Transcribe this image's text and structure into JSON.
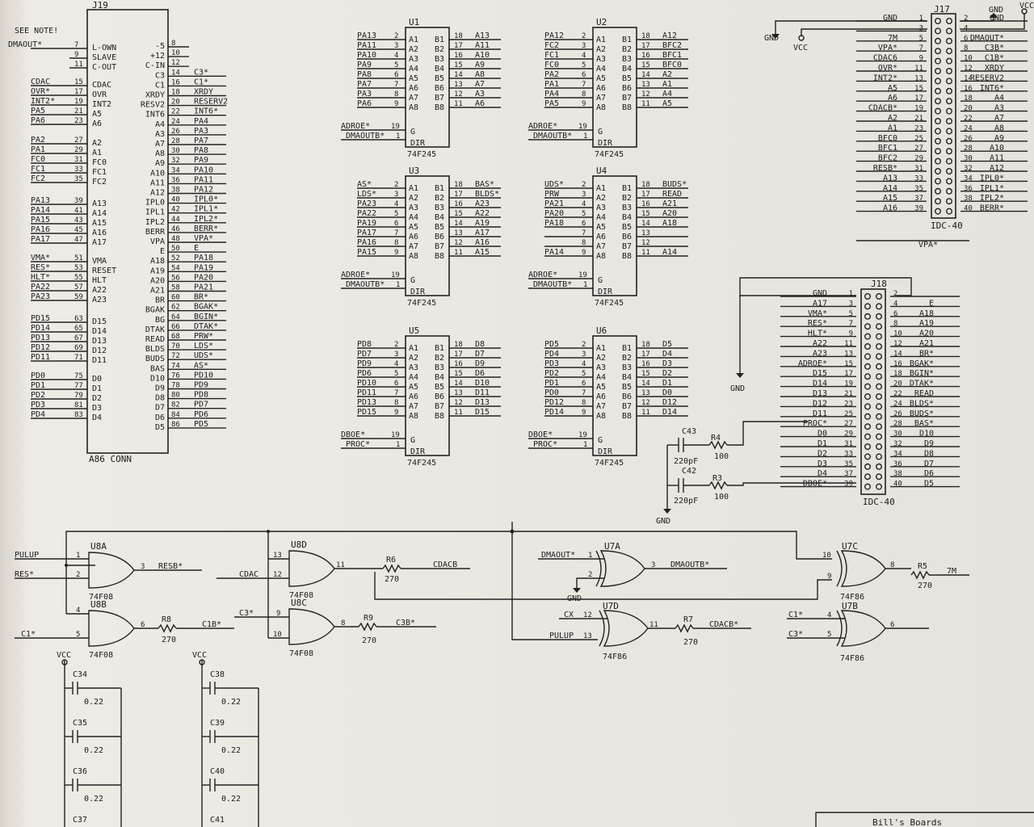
{
  "sheet": {
    "title_block": "Bill's Boards",
    "see_note": "SEE NOTE!"
  },
  "j19": {
    "ref": "J19",
    "name": "A86 CONN",
    "left": [
      [
        "DMAOUT*",
        "7",
        "L-OWN"
      ],
      [
        "",
        "9",
        "SLAVE"
      ],
      [
        "",
        "11",
        "C-OUT"
      ],
      [
        "CDAC",
        "15",
        "CDAC"
      ],
      [
        "OVR*",
        "17",
        "OVR"
      ],
      [
        "INT2*",
        "19",
        "INT2"
      ],
      [
        "PA5",
        "21",
        "A5"
      ],
      [
        "PA6",
        "23",
        "A6"
      ],
      [
        "PA2",
        "27",
        "A2"
      ],
      [
        "PA1",
        "29",
        "A1"
      ],
      [
        "FC0",
        "31",
        "FC0"
      ],
      [
        "FC1",
        "33",
        "FC1"
      ],
      [
        "FC2",
        "35",
        "FC2"
      ],
      [
        "PA13",
        "39",
        "A13"
      ],
      [
        "PA14",
        "41",
        "A14"
      ],
      [
        "PA15",
        "43",
        "A15"
      ],
      [
        "PA16",
        "45",
        "A16"
      ],
      [
        "PA17",
        "47",
        "A17"
      ],
      [
        "VMA*",
        "51",
        "VMA"
      ],
      [
        "RES*",
        "53",
        "RESET"
      ],
      [
        "HLT*",
        "55",
        "HLT"
      ],
      [
        "PA22",
        "57",
        "A22"
      ],
      [
        "PA23",
        "59",
        "A23"
      ],
      [
        "PD15",
        "63",
        "D15"
      ],
      [
        "PD14",
        "65",
        "D14"
      ],
      [
        "PD13",
        "67",
        "D13"
      ],
      [
        "PD12",
        "69",
        "D12"
      ],
      [
        "PD11",
        "71",
        "D11"
      ],
      [
        "PD0",
        "75",
        "D0"
      ],
      [
        "PD1",
        "77",
        "D1"
      ],
      [
        "PD2",
        "79",
        "D2"
      ],
      [
        "PD3",
        "81",
        "D3"
      ],
      [
        "PD4",
        "83",
        "D4"
      ]
    ],
    "right": [
      [
        "-5",
        "8",
        ""
      ],
      [
        "+12",
        "10",
        ""
      ],
      [
        "C-IN",
        "12",
        ""
      ],
      [
        "C3",
        "14",
        "C3*"
      ],
      [
        "C1",
        "16",
        "C1*"
      ],
      [
        "XRDY",
        "18",
        "XRDY"
      ],
      [
        "RESV2",
        "20",
        "RESERV2"
      ],
      [
        "INT6",
        "22",
        "INT6*"
      ],
      [
        "A4",
        "24",
        "PA4"
      ],
      [
        "A3",
        "26",
        "PA3"
      ],
      [
        "A7",
        "28",
        "PA7"
      ],
      [
        "A8",
        "30",
        "PA8"
      ],
      [
        "A9",
        "32",
        "PA9"
      ],
      [
        "A10",
        "34",
        "PA10"
      ],
      [
        "A11",
        "36",
        "PA11"
      ],
      [
        "A12",
        "38",
        "PA12"
      ],
      [
        "IPL0",
        "40",
        "IPL0*"
      ],
      [
        "IPL1",
        "42",
        "IPL1*"
      ],
      [
        "IPL2",
        "44",
        "IPL2*"
      ],
      [
        "BERR",
        "46",
        "BERR*"
      ],
      [
        "VPA",
        "48",
        "VPA*"
      ],
      [
        "E",
        "50",
        "E"
      ],
      [
        "A18",
        "52",
        "PA18"
      ],
      [
        "A19",
        "54",
        "PA19"
      ],
      [
        "A20",
        "56",
        "PA20"
      ],
      [
        "A21",
        "58",
        "PA21"
      ],
      [
        "BR",
        "60",
        "BR*"
      ],
      [
        "BGAK",
        "62",
        "BGAK*"
      ],
      [
        "BG",
        "64",
        "BGIN*"
      ],
      [
        "DTAK",
        "66",
        "DTAK*"
      ],
      [
        "READ",
        "68",
        "PRW*"
      ],
      [
        "BLDS",
        "70",
        "LDS*"
      ],
      [
        "BUDS",
        "72",
        "UDS*"
      ],
      [
        "BAS",
        "74",
        "AS*"
      ],
      [
        "D10",
        "76",
        "PD10"
      ],
      [
        "D9",
        "78",
        "PD9"
      ],
      [
        "D8",
        "80",
        "PD8"
      ],
      [
        "D7",
        "82",
        "PD7"
      ],
      [
        "D6",
        "84",
        "PD6"
      ],
      [
        "D5",
        "86",
        "PD5"
      ]
    ]
  },
  "buffers": [
    {
      "ref": "U1",
      "part": "74F245",
      "a": [
        [
          "PA13",
          "2"
        ],
        [
          "PA11",
          "3"
        ],
        [
          "PA10",
          "4"
        ],
        [
          "PA9",
          "5"
        ],
        [
          "PA8",
          "6"
        ],
        [
          "PA7",
          "7"
        ],
        [
          "PA3",
          "8"
        ],
        [
          "PA6",
          "9"
        ]
      ],
      "b": [
        [
          "18",
          "A13"
        ],
        [
          "17",
          "A11"
        ],
        [
          "16",
          "A10"
        ],
        [
          "15",
          "A9"
        ],
        [
          "14",
          "A8"
        ],
        [
          "13",
          "A7"
        ],
        [
          "12",
          "A3"
        ],
        [
          "11",
          "A6"
        ]
      ],
      "g": [
        "ADROE*",
        "19"
      ],
      "dir": [
        "DMAOUTB*",
        "1"
      ]
    },
    {
      "ref": "U2",
      "part": "74F245",
      "a": [
        [
          "PA12",
          "2"
        ],
        [
          "FC2",
          "3"
        ],
        [
          "FC1",
          "4"
        ],
        [
          "FC0",
          "5"
        ],
        [
          "PA2",
          "6"
        ],
        [
          "PA1",
          "7"
        ],
        [
          "PA4",
          "8"
        ],
        [
          "PA5",
          "9"
        ]
      ],
      "b": [
        [
          "18",
          "A12"
        ],
        [
          "17",
          "BFC2"
        ],
        [
          "16",
          "BFC1"
        ],
        [
          "15",
          "BFC0"
        ],
        [
          "14",
          "A2"
        ],
        [
          "13",
          "A1"
        ],
        [
          "12",
          "A4"
        ],
        [
          "11",
          "A5"
        ]
      ],
      "g": [
        "ADROE*",
        "19"
      ],
      "dir": [
        "DMAOUTB*",
        "1"
      ]
    },
    {
      "ref": "U3",
      "part": "74F245",
      "a": [
        [
          "AS*",
          "2"
        ],
        [
          "LDS*",
          "3"
        ],
        [
          "PA23",
          "4"
        ],
        [
          "PA22",
          "5"
        ],
        [
          "PA19",
          "6"
        ],
        [
          "PA17",
          "7"
        ],
        [
          "PA16",
          "8"
        ],
        [
          "PA15",
          "9"
        ]
      ],
      "b": [
        [
          "18",
          "BAS*"
        ],
        [
          "17",
          "BLDS*"
        ],
        [
          "16",
          "A23"
        ],
        [
          "15",
          "A22"
        ],
        [
          "14",
          "A19"
        ],
        [
          "13",
          "A17"
        ],
        [
          "12",
          "A16"
        ],
        [
          "11",
          "A15"
        ]
      ],
      "g": [
        "ADROE*",
        "19"
      ],
      "dir": [
        "DMAOUTB*",
        "1"
      ]
    },
    {
      "ref": "U4",
      "part": "74F245",
      "a": [
        [
          "UDS*",
          "2"
        ],
        [
          "PRW",
          "3"
        ],
        [
          "PA21",
          "4"
        ],
        [
          "PA20",
          "5"
        ],
        [
          "PA18",
          "6"
        ],
        [
          "",
          "7"
        ],
        [
          "",
          "8"
        ],
        [
          "PA14",
          "9"
        ]
      ],
      "b": [
        [
          "18",
          "BUDS*"
        ],
        [
          "17",
          "READ"
        ],
        [
          "16",
          "A21"
        ],
        [
          "15",
          "A20"
        ],
        [
          "14",
          "A18"
        ],
        [
          "13",
          ""
        ],
        [
          "12",
          ""
        ],
        [
          "11",
          "A14"
        ]
      ],
      "g": [
        "ADROE*",
        "19"
      ],
      "dir": [
        "DMAOUTB*",
        "1"
      ]
    },
    {
      "ref": "U5",
      "part": "74F245",
      "a": [
        [
          "PD8",
          "2"
        ],
        [
          "PD7",
          "3"
        ],
        [
          "PD9",
          "4"
        ],
        [
          "PD6",
          "5"
        ],
        [
          "PD10",
          "6"
        ],
        [
          "PD11",
          "7"
        ],
        [
          "PD13",
          "8"
        ],
        [
          "PD15",
          "9"
        ]
      ],
      "b": [
        [
          "18",
          "D8"
        ],
        [
          "17",
          "D7"
        ],
        [
          "16",
          "D9"
        ],
        [
          "15",
          "D6"
        ],
        [
          "14",
          "D10"
        ],
        [
          "13",
          "D11"
        ],
        [
          "12",
          "D13"
        ],
        [
          "11",
          "D15"
        ]
      ],
      "g": [
        "DBOE*",
        "19"
      ],
      "dir": [
        "PROC*",
        "1"
      ]
    },
    {
      "ref": "U6",
      "part": "74F245",
      "a": [
        [
          "PD5",
          "2"
        ],
        [
          "PD4",
          "3"
        ],
        [
          "PD3",
          "4"
        ],
        [
          "PD2",
          "5"
        ],
        [
          "PD1",
          "6"
        ],
        [
          "PD0",
          "7"
        ],
        [
          "PD12",
          "8"
        ],
        [
          "PD14",
          "9"
        ]
      ],
      "b": [
        [
          "18",
          "D5"
        ],
        [
          "17",
          "D4"
        ],
        [
          "16",
          "D3"
        ],
        [
          "15",
          "D2"
        ],
        [
          "14",
          "D1"
        ],
        [
          "13",
          "D0"
        ],
        [
          "12",
          "D12"
        ],
        [
          "11",
          "D14"
        ]
      ],
      "g": [
        "DBOE*",
        "19"
      ],
      "dir": [
        "PROC*",
        "1"
      ]
    }
  ],
  "buffer_pins": {
    "a": [
      "A1",
      "A2",
      "A3",
      "A4",
      "A5",
      "A6",
      "A7",
      "A8"
    ],
    "b": [
      "B1",
      "B2",
      "B3",
      "B4",
      "B5",
      "B6",
      "B7",
      "B8"
    ],
    "g": "G",
    "dir": "DIR"
  },
  "j17": {
    "ref": "J17",
    "name": "IDC-40",
    "rows": [
      [
        "GND",
        "1",
        "2",
        "GND"
      ],
      [
        "",
        "3",
        "4",
        ""
      ],
      [
        "7M",
        "5",
        "6",
        "DMAOUT*"
      ],
      [
        "VPA*",
        "7",
        "8",
        "C3B*"
      ],
      [
        "CDAC6",
        "9",
        "10",
        "C1B*"
      ],
      [
        "OVR*",
        "11",
        "12",
        "XRDY"
      ],
      [
        "INT2*",
        "13",
        "14",
        "RESERV2"
      ],
      [
        "A5",
        "15",
        "16",
        "INT6*"
      ],
      [
        "A6",
        "17",
        "18",
        "A4"
      ],
      [
        "CDACB*",
        "19",
        "20",
        "A3"
      ],
      [
        "A2",
        "21",
        "22",
        "A7"
      ],
      [
        "A1",
        "23",
        "24",
        "A8"
      ],
      [
        "BFC0",
        "25",
        "26",
        "A9"
      ],
      [
        "BFC1",
        "27",
        "28",
        "A10"
      ],
      [
        "BFC2",
        "29",
        "30",
        "A11"
      ],
      [
        "RESB*",
        "31",
        "32",
        "A12"
      ],
      [
        "A13",
        "33",
        "34",
        "IPL0*"
      ],
      [
        "A14",
        "35",
        "36",
        "IPL1*"
      ],
      [
        "A15",
        "37",
        "38",
        "IPL2*"
      ],
      [
        "A16",
        "39",
        "40",
        "BERR*"
      ]
    ],
    "below": "VPA*"
  },
  "j18": {
    "ref": "J18",
    "name": "IDC-40",
    "rows": [
      [
        "GND",
        "1",
        "2",
        ""
      ],
      [
        "A17",
        "3",
        "4",
        "E"
      ],
      [
        "VMA*",
        "5",
        "6",
        "A18"
      ],
      [
        "RES*",
        "7",
        "8",
        "A19"
      ],
      [
        "HLT*",
        "9",
        "10",
        "A20"
      ],
      [
        "A22",
        "11",
        "12",
        "A21"
      ],
      [
        "A23",
        "13",
        "14",
        "BR*"
      ],
      [
        "ADROE*",
        "15",
        "16",
        "BGAK*"
      ],
      [
        "D15",
        "17",
        "18",
        "BGIN*"
      ],
      [
        "D14",
        "19",
        "20",
        "DTAK*"
      ],
      [
        "D13",
        "21",
        "22",
        "READ"
      ],
      [
        "D12",
        "23",
        "24",
        "BLDS*"
      ],
      [
        "D11",
        "25",
        "26",
        "BUDS*"
      ],
      [
        "PROC*",
        "27",
        "28",
        "BAS*"
      ],
      [
        "D0",
        "29",
        "30",
        "D10"
      ],
      [
        "D1",
        "31",
        "32",
        "D9"
      ],
      [
        "D2",
        "33",
        "34",
        "D8"
      ],
      [
        "D3",
        "35",
        "36",
        "D7"
      ],
      [
        "D4",
        "37",
        "38",
        "D6"
      ],
      [
        "DBOE*",
        "39",
        "40",
        "D5"
      ]
    ]
  },
  "power": {
    "vcc": "VCC",
    "gnd": "GND"
  },
  "passives": {
    "C43": {
      "ref": "C43",
      "val": "220pF"
    },
    "C42": {
      "ref": "C42",
      "val": "220pF"
    },
    "R4": {
      "ref": "R4",
      "val": "100"
    },
    "R3": {
      "ref": "R3",
      "val": "100"
    },
    "R5": {
      "ref": "R5",
      "val": "270"
    },
    "R6": {
      "ref": "R6",
      "val": "270"
    },
    "R8": {
      "ref": "R8",
      "val": "270"
    },
    "R9": {
      "ref": "R9",
      "val": "270"
    },
    "R7": {
      "ref": "R7",
      "val": "270"
    },
    "RM": {
      "ref": "R5",
      "val": "270"
    },
    "caps": [
      [
        "C34",
        "0.22"
      ],
      [
        "C35",
        "0.22"
      ],
      [
        "C36",
        "0.22"
      ],
      [
        "C37",
        ""
      ],
      [
        "C38",
        "0.22"
      ],
      [
        "C39",
        "0.22"
      ],
      [
        "C40",
        "0.22"
      ],
      [
        "C41",
        ""
      ]
    ]
  },
  "gates": {
    "U8A": {
      "ref": "U8A",
      "part": "74F08",
      "in1": "PULUP",
      "p1": "1",
      "in2": "RES*",
      "p2": "2",
      "p3": "3",
      "out": "RESB*"
    },
    "U8B": {
      "ref": "U8B",
      "part": "74F08",
      "p4": "4",
      "in5": "C1*",
      "p5": "5",
      "p6": "6",
      "out": "C1B*"
    },
    "U8D": {
      "ref": "U8D",
      "part": "74F08",
      "p13": "13",
      "in12": "CDAC",
      "p12": "12",
      "p11": "11",
      "out": "CDACB"
    },
    "U8C": {
      "ref": "U8C",
      "part": "74F08",
      "in9": "C3*",
      "p9": "9",
      "p10": "10",
      "p8": "8",
      "out": "C3B*"
    },
    "U7A": {
      "ref": "U7A",
      "part": "74F86",
      "in1": "DMAOUT*",
      "p1": "1",
      "p2": "2",
      "p3": "3",
      "out": "DMAOUTB*"
    },
    "U7D": {
      "ref": "U7D",
      "part": "74F86",
      "in12": "CX",
      "p12": "12",
      "in13": "PULUP",
      "p13": "13",
      "p11": "11",
      "out": "CDACB*"
    },
    "U7C": {
      "ref": "U7C",
      "part": "74F86",
      "p10": "10",
      "p9": "9",
      "p8": "8",
      "out": "7M"
    },
    "U7B": {
      "ref": "U7B",
      "part": "74F86",
      "in4": "C1*",
      "p4": "4",
      "in5": "C3*",
      "p5": "5",
      "p6": "6"
    }
  }
}
